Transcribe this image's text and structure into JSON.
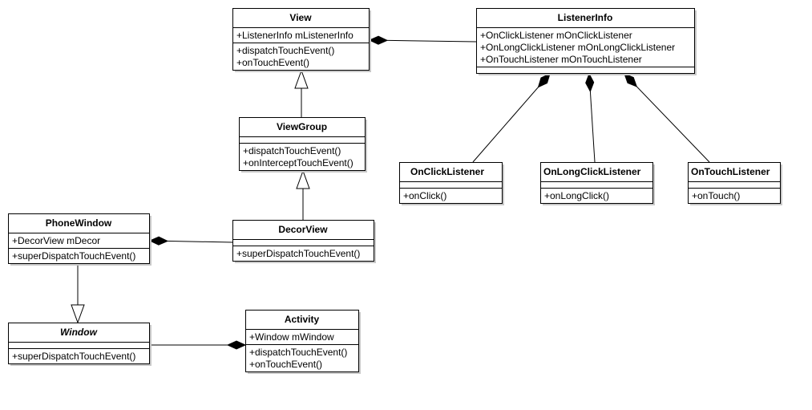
{
  "classes": {
    "view": {
      "name": "View",
      "attributes": [
        "+ListenerInfo mListenerInfo"
      ],
      "methods": [
        "+dispatchTouchEvent()",
        "+onTouchEvent()"
      ]
    },
    "listener_info": {
      "name": "ListenerInfo",
      "attributes": [
        "+OnClickListener mOnClickListener",
        "+OnLongClickListener mOnLongClickListener",
        "+OnTouchListener mOnTouchListener"
      ],
      "methods": []
    },
    "view_group": {
      "name": "ViewGroup",
      "attributes": [],
      "methods": [
        "+dispatchTouchEvent()",
        "+onInterceptTouchEvent()"
      ]
    },
    "on_click_listener": {
      "name": "OnClickListener",
      "attributes": [],
      "methods": [
        "+onClick()"
      ]
    },
    "on_long_click_listener": {
      "name": "OnLongClickListener",
      "attributes": [],
      "methods": [
        "+onLongClick()"
      ]
    },
    "on_touch_listener": {
      "name": "OnTouchListener",
      "attributes": [],
      "methods": [
        "+onTouch()"
      ]
    },
    "phone_window": {
      "name": "PhoneWindow",
      "attributes": [
        "+DecorView mDecor"
      ],
      "methods": [
        "+superDispatchTouchEvent()"
      ]
    },
    "decor_view": {
      "name": "DecorView",
      "attributes": [],
      "methods": [
        "+superDispatchTouchEvent()"
      ]
    },
    "window": {
      "name": "Window",
      "abstract": true,
      "attributes": [],
      "methods": [
        "+superDispatchTouchEvent()"
      ]
    },
    "activity": {
      "name": "Activity",
      "attributes": [
        "+Window mWindow"
      ],
      "methods": [
        "+dispatchTouchEvent()",
        "+onTouchEvent()"
      ]
    }
  },
  "relations": [
    {
      "type": "composition",
      "whole": "View",
      "part": "ListenerInfo"
    },
    {
      "type": "composition",
      "whole": "ListenerInfo",
      "part": "OnClickListener"
    },
    {
      "type": "composition",
      "whole": "ListenerInfo",
      "part": "OnLongClickListener"
    },
    {
      "type": "composition",
      "whole": "ListenerInfo",
      "part": "OnTouchListener"
    },
    {
      "type": "generalization",
      "child": "ViewGroup",
      "parent": "View"
    },
    {
      "type": "generalization",
      "child": "DecorView",
      "parent": "ViewGroup"
    },
    {
      "type": "composition",
      "whole": "PhoneWindow",
      "part": "DecorView"
    },
    {
      "type": "generalization",
      "child": "PhoneWindow",
      "parent": "Window"
    },
    {
      "type": "composition",
      "whole": "Activity",
      "part": "Window"
    }
  ]
}
